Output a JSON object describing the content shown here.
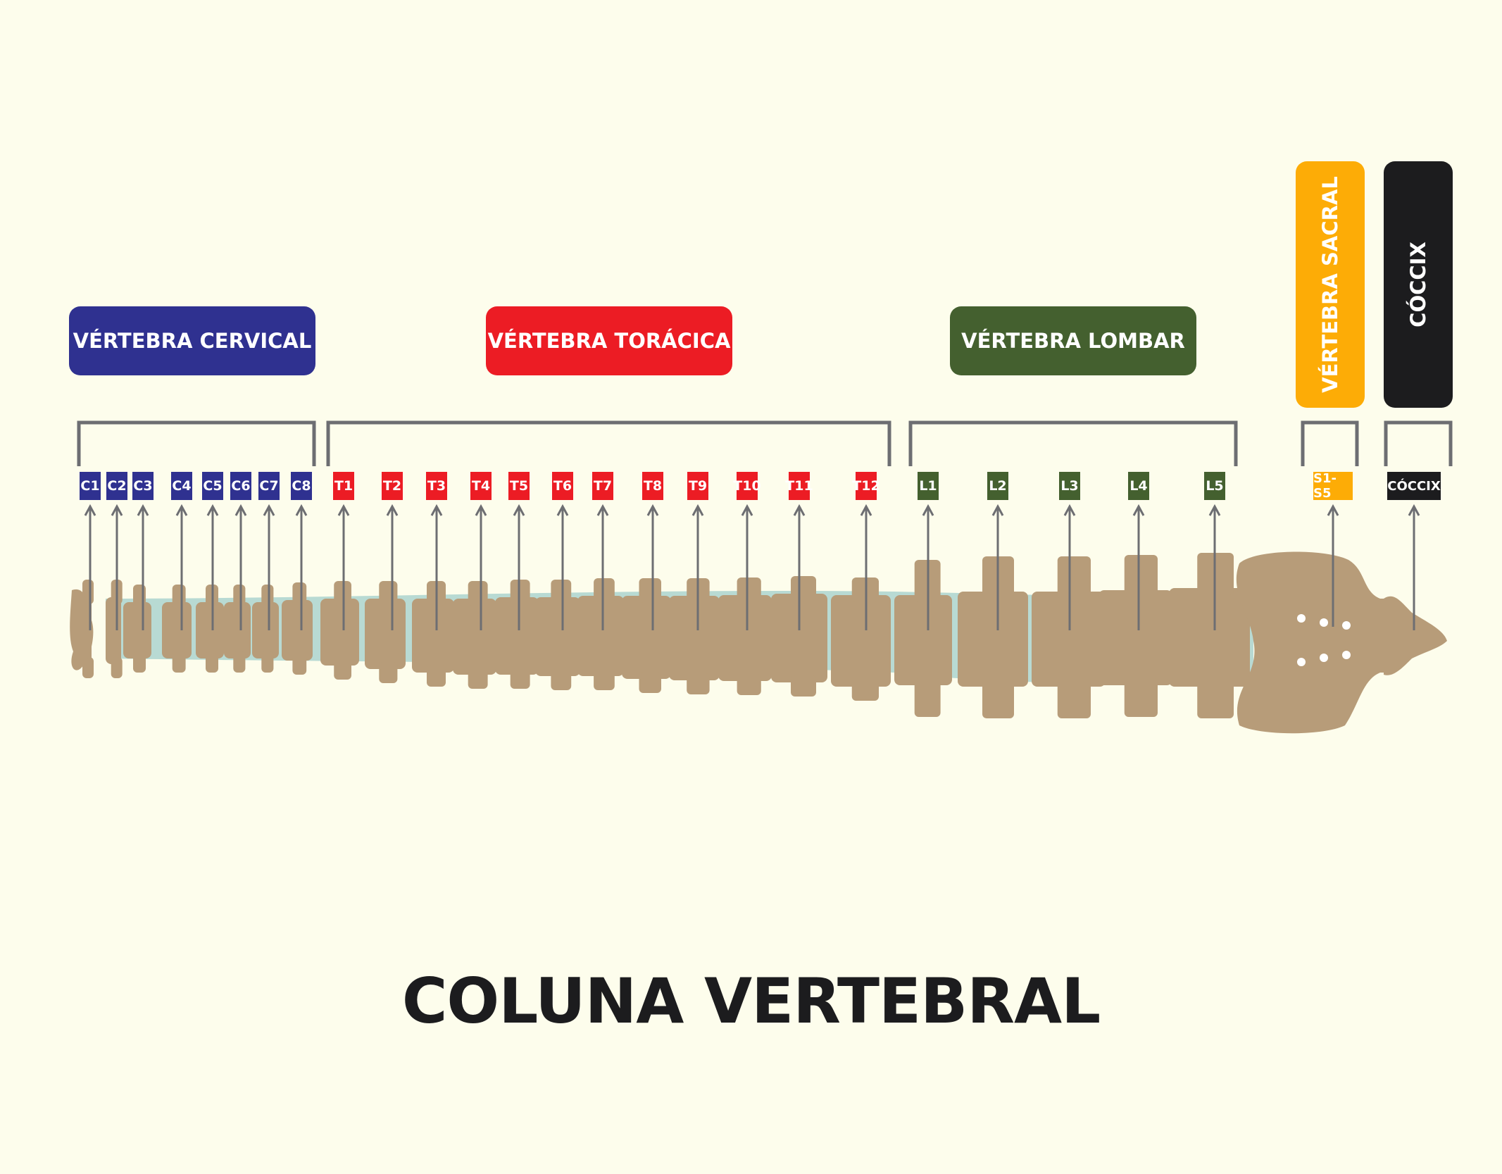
{
  "title": "COLUNA VERTEBRAL",
  "colors": {
    "background": "#fdfdec",
    "cervical": "#2f3190",
    "toracica": "#ec1c24",
    "lombar": "#44602f",
    "sacral": "#fdac06",
    "coccix": "#1c1c1e",
    "bone": "#b79c79",
    "disc": "#b8dad3",
    "bracket": "#6d6e72"
  },
  "regions": [
    {
      "key": "cervical",
      "label": "VÉRTEBRA CERVICAL",
      "orientation": "horizontal"
    },
    {
      "key": "toracica",
      "label": "VÉRTEBRA TORÁCICA",
      "orientation": "horizontal"
    },
    {
      "key": "lombar",
      "label": "VÉRTEBRA LOMBAR",
      "orientation": "horizontal"
    },
    {
      "key": "sacral",
      "label": "VÉRTEBRA SACRAL",
      "orientation": "vertical"
    },
    {
      "key": "coccix",
      "label": "CÓCCIX",
      "orientation": "vertical"
    }
  ],
  "vertebrae": [
    {
      "label": "C1",
      "region": "cervical"
    },
    {
      "label": "C2",
      "region": "cervical"
    },
    {
      "label": "C3",
      "region": "cervical"
    },
    {
      "label": "C4",
      "region": "cervical"
    },
    {
      "label": "C5",
      "region": "cervical"
    },
    {
      "label": "C6",
      "region": "cervical"
    },
    {
      "label": "C7",
      "region": "cervical"
    },
    {
      "label": "C8",
      "region": "cervical"
    },
    {
      "label": "T1",
      "region": "toracica"
    },
    {
      "label": "T2",
      "region": "toracica"
    },
    {
      "label": "T3",
      "region": "toracica"
    },
    {
      "label": "T4",
      "region": "toracica"
    },
    {
      "label": "T5",
      "region": "toracica"
    },
    {
      "label": "T6",
      "region": "toracica"
    },
    {
      "label": "T7",
      "region": "toracica"
    },
    {
      "label": "T8",
      "region": "toracica"
    },
    {
      "label": "T9",
      "region": "toracica"
    },
    {
      "label": "T10",
      "region": "toracica"
    },
    {
      "label": "T11",
      "region": "toracica"
    },
    {
      "label": "T12",
      "region": "toracica"
    },
    {
      "label": "L1",
      "region": "lombar"
    },
    {
      "label": "L2",
      "region": "lombar"
    },
    {
      "label": "L3",
      "region": "lombar"
    },
    {
      "label": "L4",
      "region": "lombar"
    },
    {
      "label": "L5",
      "region": "lombar"
    },
    {
      "label": "S1-S5",
      "region": "sacral"
    },
    {
      "label": "CÓCCIX",
      "region": "coccix"
    }
  ]
}
